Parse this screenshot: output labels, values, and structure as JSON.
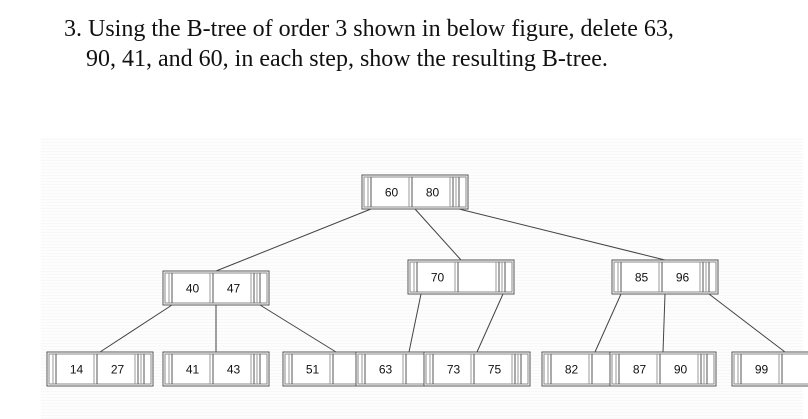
{
  "question": {
    "line1": "3. Using the B-tree of order 3 shown in below figure, delete 63,",
    "line2": "90, 41, and 60, in each step, show the resulting B-tree."
  },
  "tree": {
    "nodes": [
      {
        "id": "root",
        "keys": [
          "60",
          "80"
        ]
      },
      {
        "id": "left-internal",
        "keys": [
          "40",
          "47"
        ]
      },
      {
        "id": "middle-internal",
        "keys": [
          "70"
        ]
      },
      {
        "id": "right-internal",
        "keys": [
          "85",
          "96"
        ]
      },
      {
        "id": "leaf-14-27",
        "keys": [
          "14",
          "27"
        ]
      },
      {
        "id": "leaf-41-43",
        "keys": [
          "41",
          "43"
        ]
      },
      {
        "id": "leaf-51",
        "keys": [
          "51"
        ]
      },
      {
        "id": "leaf-63",
        "keys": [
          "63"
        ]
      },
      {
        "id": "leaf-73-75",
        "keys": [
          "73",
          "75"
        ]
      },
      {
        "id": "leaf-82",
        "keys": [
          "82"
        ]
      },
      {
        "id": "leaf-87-90",
        "keys": [
          "87",
          "90"
        ]
      },
      {
        "id": "leaf-99",
        "keys": [
          "99"
        ]
      }
    ],
    "edges": [
      [
        "root",
        "left-internal"
      ],
      [
        "root",
        "middle-internal"
      ],
      [
        "root",
        "right-internal"
      ],
      [
        "left-internal",
        "leaf-14-27"
      ],
      [
        "left-internal",
        "leaf-41-43"
      ],
      [
        "left-internal",
        "leaf-51"
      ],
      [
        "middle-internal",
        "leaf-63"
      ],
      [
        "middle-internal",
        "leaf-73-75"
      ],
      [
        "right-internal",
        "leaf-82"
      ],
      [
        "right-internal",
        "leaf-87-90"
      ],
      [
        "right-internal",
        "leaf-99"
      ]
    ]
  }
}
